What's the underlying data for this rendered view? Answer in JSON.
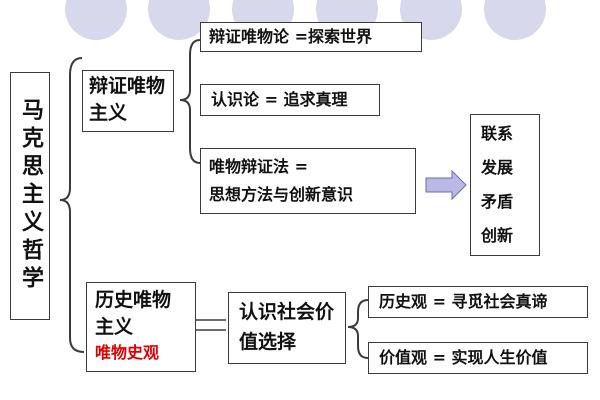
{
  "root": {
    "label": "马克思主义哲学"
  },
  "dialectical": {
    "title": "辩证唯物主义"
  },
  "dialectical_items": [
    {
      "label": "辩证唯物论 =探索世界"
    },
    {
      "label": "认识论 = 追求真理"
    },
    {
      "line1": "唯物辩证法 =",
      "line2": "思想方法与创新意识"
    }
  ],
  "dialectics_concepts": [
    "联系",
    "发展",
    "矛盾",
    "创新"
  ],
  "historical": {
    "title": "历史唯物主义",
    "subtitle": "唯物史观"
  },
  "social_values": {
    "title": "认识社会价值选择"
  },
  "historical_items": [
    {
      "label": "历史观 = 寻觅社会真谛"
    },
    {
      "label": "价值观 = 实现人生价值"
    }
  ],
  "colors": {
    "accent_red": "#e00000",
    "decor_circle": "#d8d8ec",
    "arrow_fill": "#b9b9e6"
  }
}
